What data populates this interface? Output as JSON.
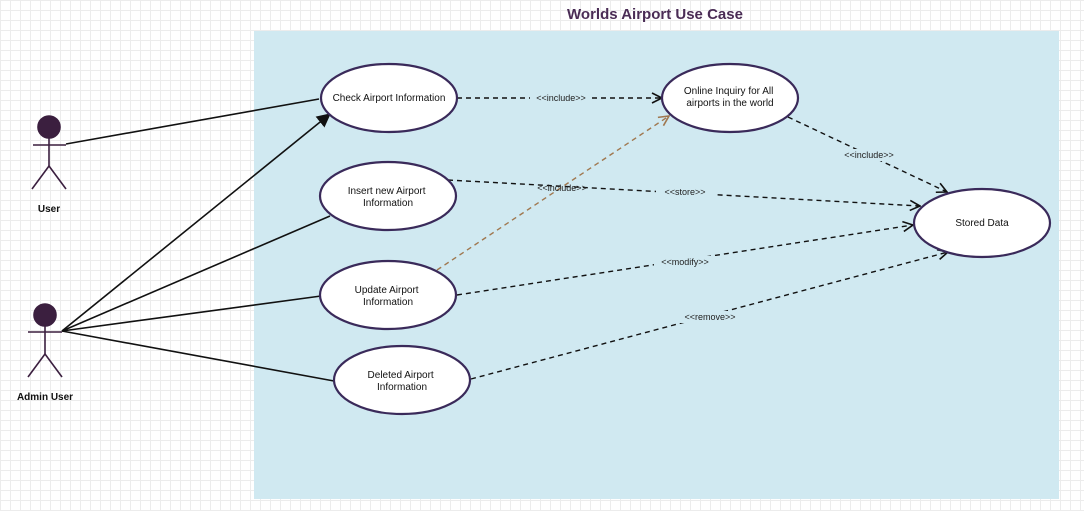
{
  "title": "Worlds Airport Use Case",
  "colors": {
    "title": "#4a2c55",
    "system_fill": "#d0e9f1",
    "use_case_stroke": "#3a2a5a",
    "actor_fill": "#3b1f3f",
    "association_line": "#111111",
    "dependency_line": "#111111",
    "highlight_line": "#a07850"
  },
  "actors": {
    "user": {
      "label": "User",
      "icon": "actor-stick-figure"
    },
    "admin": {
      "label": "Admin User",
      "icon": "actor-stick-figure"
    }
  },
  "use_cases": {
    "check_info": {
      "lines": [
        "Check Airport Information"
      ]
    },
    "insert_info": {
      "lines": [
        "Insert new Airport",
        "Information"
      ]
    },
    "update_info": {
      "lines": [
        "Update Airport",
        "Information"
      ]
    },
    "deleted_info": {
      "lines": [
        "Deleted Airport",
        "Information"
      ]
    },
    "online_inquiry": {
      "lines": [
        "Online Inquiry for All",
        "airports in the world"
      ]
    },
    "stored_data": {
      "lines": [
        "Stored Data"
      ]
    }
  },
  "relations": {
    "check_to_inquiry": "<<include>>",
    "inquiry_to_stored": "<<include>>",
    "update_to_inquiry": "<<include>>",
    "insert_to_stored": "<<store>>",
    "update_to_stored": "<<modify>>",
    "deleted_to_stored": "<<remove>>"
  }
}
